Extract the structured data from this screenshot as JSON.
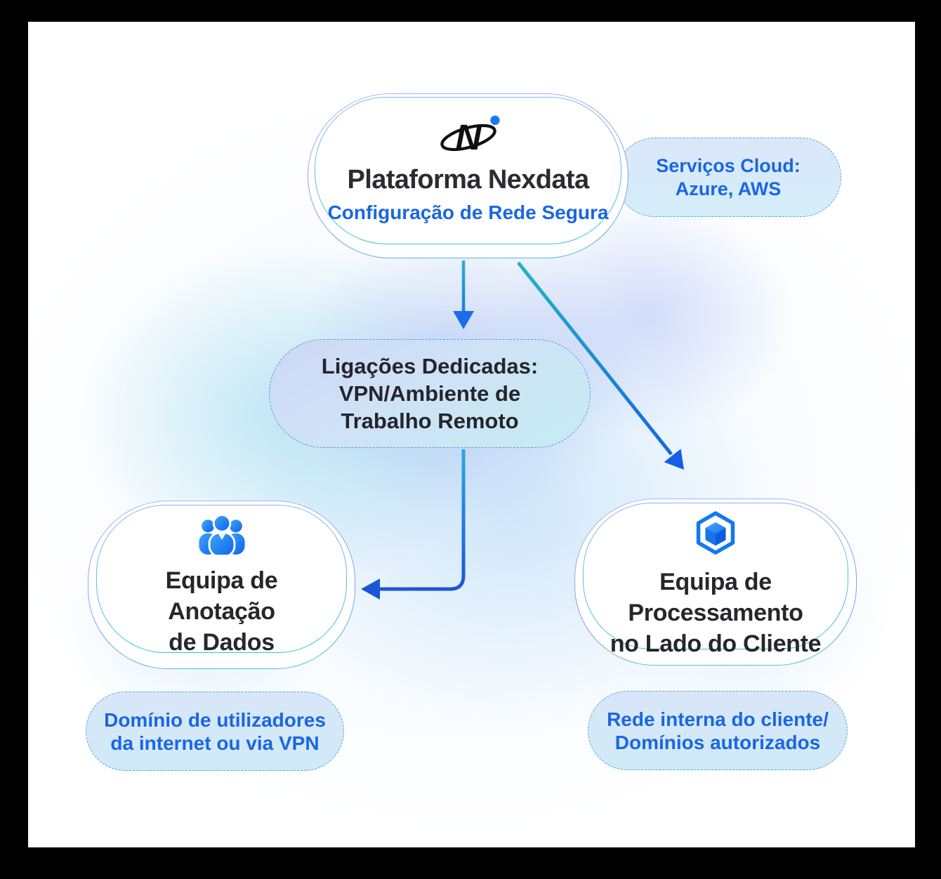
{
  "diagram": {
    "platform": {
      "title": "Plataforma Nexdata",
      "subtitle": "Configuração de Rede Segura",
      "logo": "nexdata-ai-logo"
    },
    "cloud_badge": {
      "lines": [
        "Serviços Cloud:",
        "Azure, AWS"
      ]
    },
    "dedicated_links": {
      "lines": [
        "Ligações Dedicadas:",
        "VPN/Ambiente de",
        "Trabalho Remoto"
      ]
    },
    "annotation_team": {
      "icon": "team-users-icon",
      "lines": [
        "Equipa de",
        "Anotação",
        "de Dados"
      ]
    },
    "client_team": {
      "icon": "cube-hexagon-icon",
      "lines": [
        "Equipa de",
        "Processamento",
        "no Lado do Cliente"
      ]
    },
    "annotation_domain_badge": {
      "lines": [
        "Domínio de utilizadores",
        "da internet ou via VPN"
      ]
    },
    "client_network_badge": {
      "lines": [
        "Rede interna do cliente/",
        "Domínios autorizados"
      ]
    },
    "colors": {
      "blue_text": "#1b66e2",
      "dark_text": "#25262c",
      "arrow_teal": "#27b2c9",
      "arrow_blue": "#1a63e2",
      "badge_dash_border": "#55a9d4",
      "node_border_blue": "#9cc2f2",
      "node_border_teal": "#49c2cf",
      "logo_dot_blue": "#1a78f2"
    }
  }
}
